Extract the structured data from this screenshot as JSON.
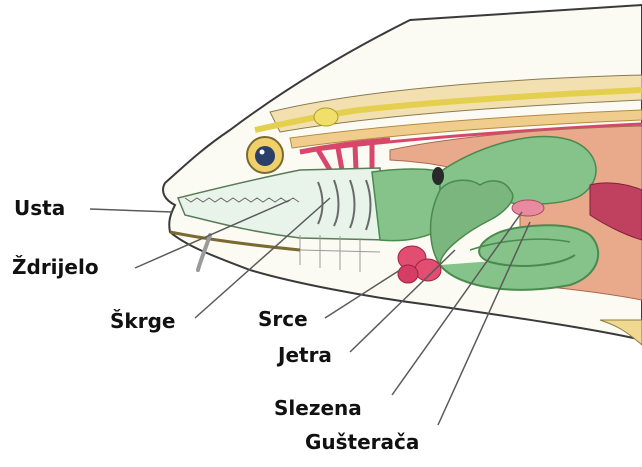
{
  "diagram": {
    "labels": {
      "usta": "Usta",
      "zdrijelo": "Ždrijelo",
      "skrge": "Škrge",
      "srce": "Srce",
      "jetra": "Jetra",
      "slezena": "Slezena",
      "gusteraca": "Gušterača"
    },
    "colors": {
      "body_outline": "#3a3a3a",
      "body_fill": "#fbfbf3",
      "skin_back": "#f3e0b0",
      "muscle": "#e9a98b",
      "spine": "#f1cd8d",
      "nerve": "#f0e27a",
      "vessel": "#d6476b",
      "gut_green": "#86c38a",
      "gut_dark": "#4a8a4f",
      "heart": "#e24d72",
      "eye": "#2a3f6a",
      "leader": "#5a5a5a"
    }
  }
}
